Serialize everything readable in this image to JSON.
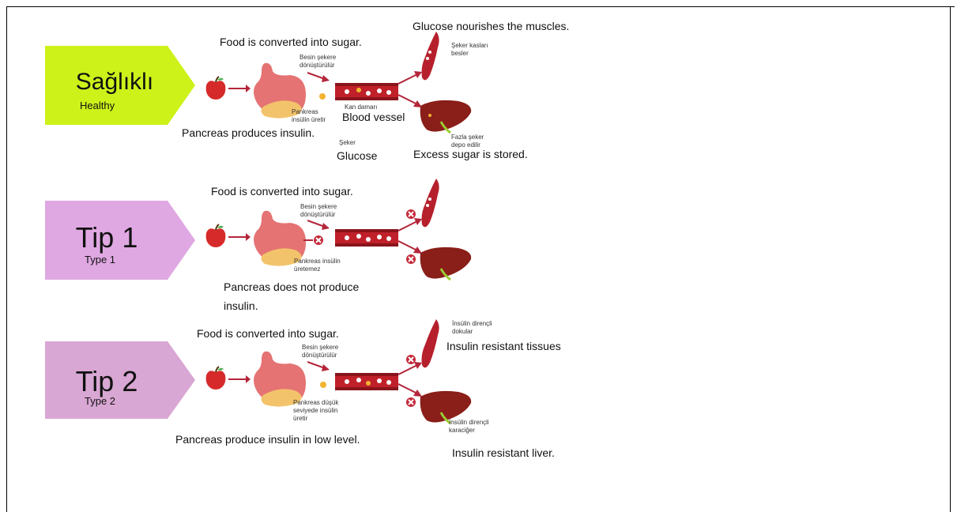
{
  "colors": {
    "healthy_label": "#ccf21a",
    "type1_label": "#dfa8e2",
    "type2_label": "#d9a7d4",
    "arrow_red": "#b3263a",
    "vessel": "#c0202a",
    "stomach": "#e57373",
    "pancreas": "#f3c36b",
    "muscle": "#b6202c",
    "liver": "#8a1e18",
    "glucose": "#f2b431",
    "block": "#c42a3a"
  },
  "panels": [
    {
      "label": "Sağlıklı",
      "sublabel": "Healthy",
      "en_food": "Food is converted into sugar.",
      "tr_food": "Besin şekere\ndönüştürülür",
      "tr_pancreas": "Pankreas\ninsülin üretir",
      "en_pancreas": "Pancreas produces insulin.",
      "tr_vessel": "Kan damarı",
      "en_vessel": "Blood vessel",
      "tr_glucose": "Şeker",
      "en_glucose": "Glucose",
      "en_muscle": "Glucose nourishes the muscles.",
      "tr_muscle": "Şeker kasları\nbesler",
      "tr_liver": "Fazla şeker\ndepo edilir",
      "en_liver": "Excess sugar is stored."
    },
    {
      "label": "Tip 1",
      "sublabel": "Type 1",
      "en_food": "Food is converted into sugar.",
      "tr_food": "Besin şekere\ndönüştürülür",
      "tr_pancreas": "Pankreas insülin\nüretemez",
      "en_pancreas": "Pancreas does not produce\ninsulin."
    },
    {
      "label": "Tip 2",
      "sublabel": "Type 2",
      "en_food": "Food is converted into sugar.",
      "tr_food": "Besin şekere\ndönüştürülür",
      "tr_pancreas": "Pankreas düşük\nseviyede insülin\nüretir",
      "en_pancreas": "Pancreas produce insulin in low level.",
      "tr_muscle": "İnsülin dirençli\ndokular",
      "en_muscle": "Insulin resistant tissues",
      "tr_liver": "İnsülin dirençli\nkaraciğer",
      "en_liver": "Insulin resistant liver."
    }
  ]
}
